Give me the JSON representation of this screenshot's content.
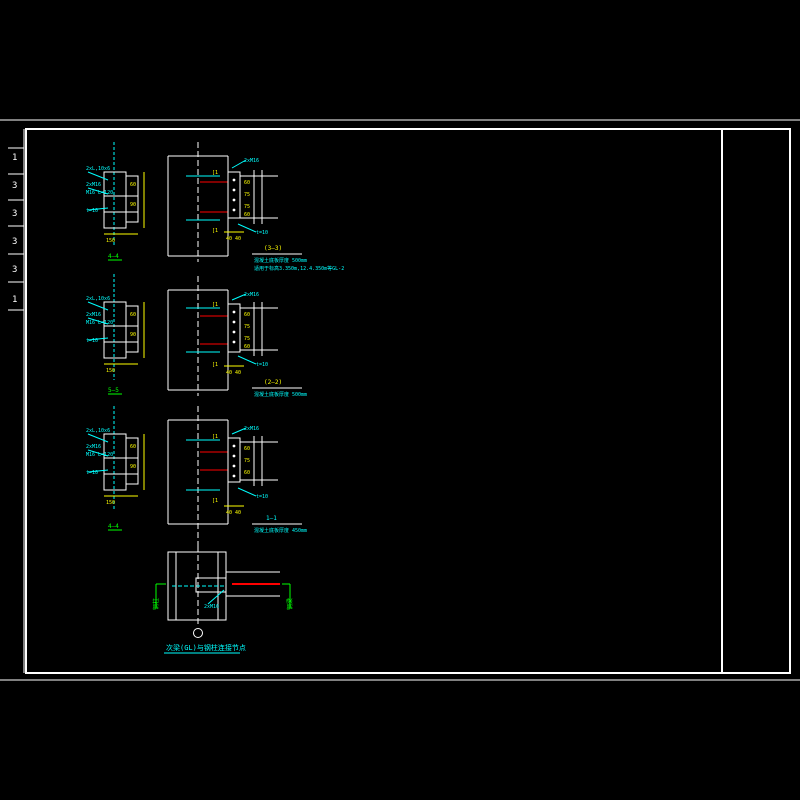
{
  "colors": {
    "background": "#000000",
    "frame": "#ffffff",
    "cyan": "#00ffff",
    "yellow": "#ffff00",
    "green": "#00ff00",
    "red": "#ff0000"
  },
  "sheet": {
    "title": "次梁(GL)与钢柱连接节点",
    "bottom_axis_top": "1"
  },
  "details": [
    {
      "section_mark": "4—4",
      "label_a": "2xL,10x6",
      "label_b": "2xM16",
      "label_c": "M16 L=120",
      "label_d": "t=10",
      "note_tag": "(3—3)",
      "note_line1": "混凝土底板厚度 500mm",
      "note_line2": "适用于标高3.350m,12.4.350m等GL-2"
    },
    {
      "section_mark": "5—5",
      "label_a": "2xL,10x6",
      "label_b": "2xM16",
      "label_c": "M16 L=120",
      "label_d": "t=10",
      "note_tag": "(2—2)",
      "note_line1": "混凝土底板厚度 500mm",
      "note_line2": ""
    },
    {
      "section_mark": "4—4",
      "label_a": "2xL,10x6",
      "label_b": "2xM16",
      "label_c": "M16 L=120",
      "label_d": "t=10",
      "note_tag": "1—1",
      "note_line1": "混凝土底板厚度 450mm",
      "note_line2": ""
    }
  ],
  "plan": {
    "left_mark": "1",
    "right_mark": "1",
    "left_tag": "钢柱",
    "right_tag": "钢梁"
  },
  "left_strip": [
    "1",
    "3",
    "3",
    "3",
    "3",
    "1"
  ]
}
